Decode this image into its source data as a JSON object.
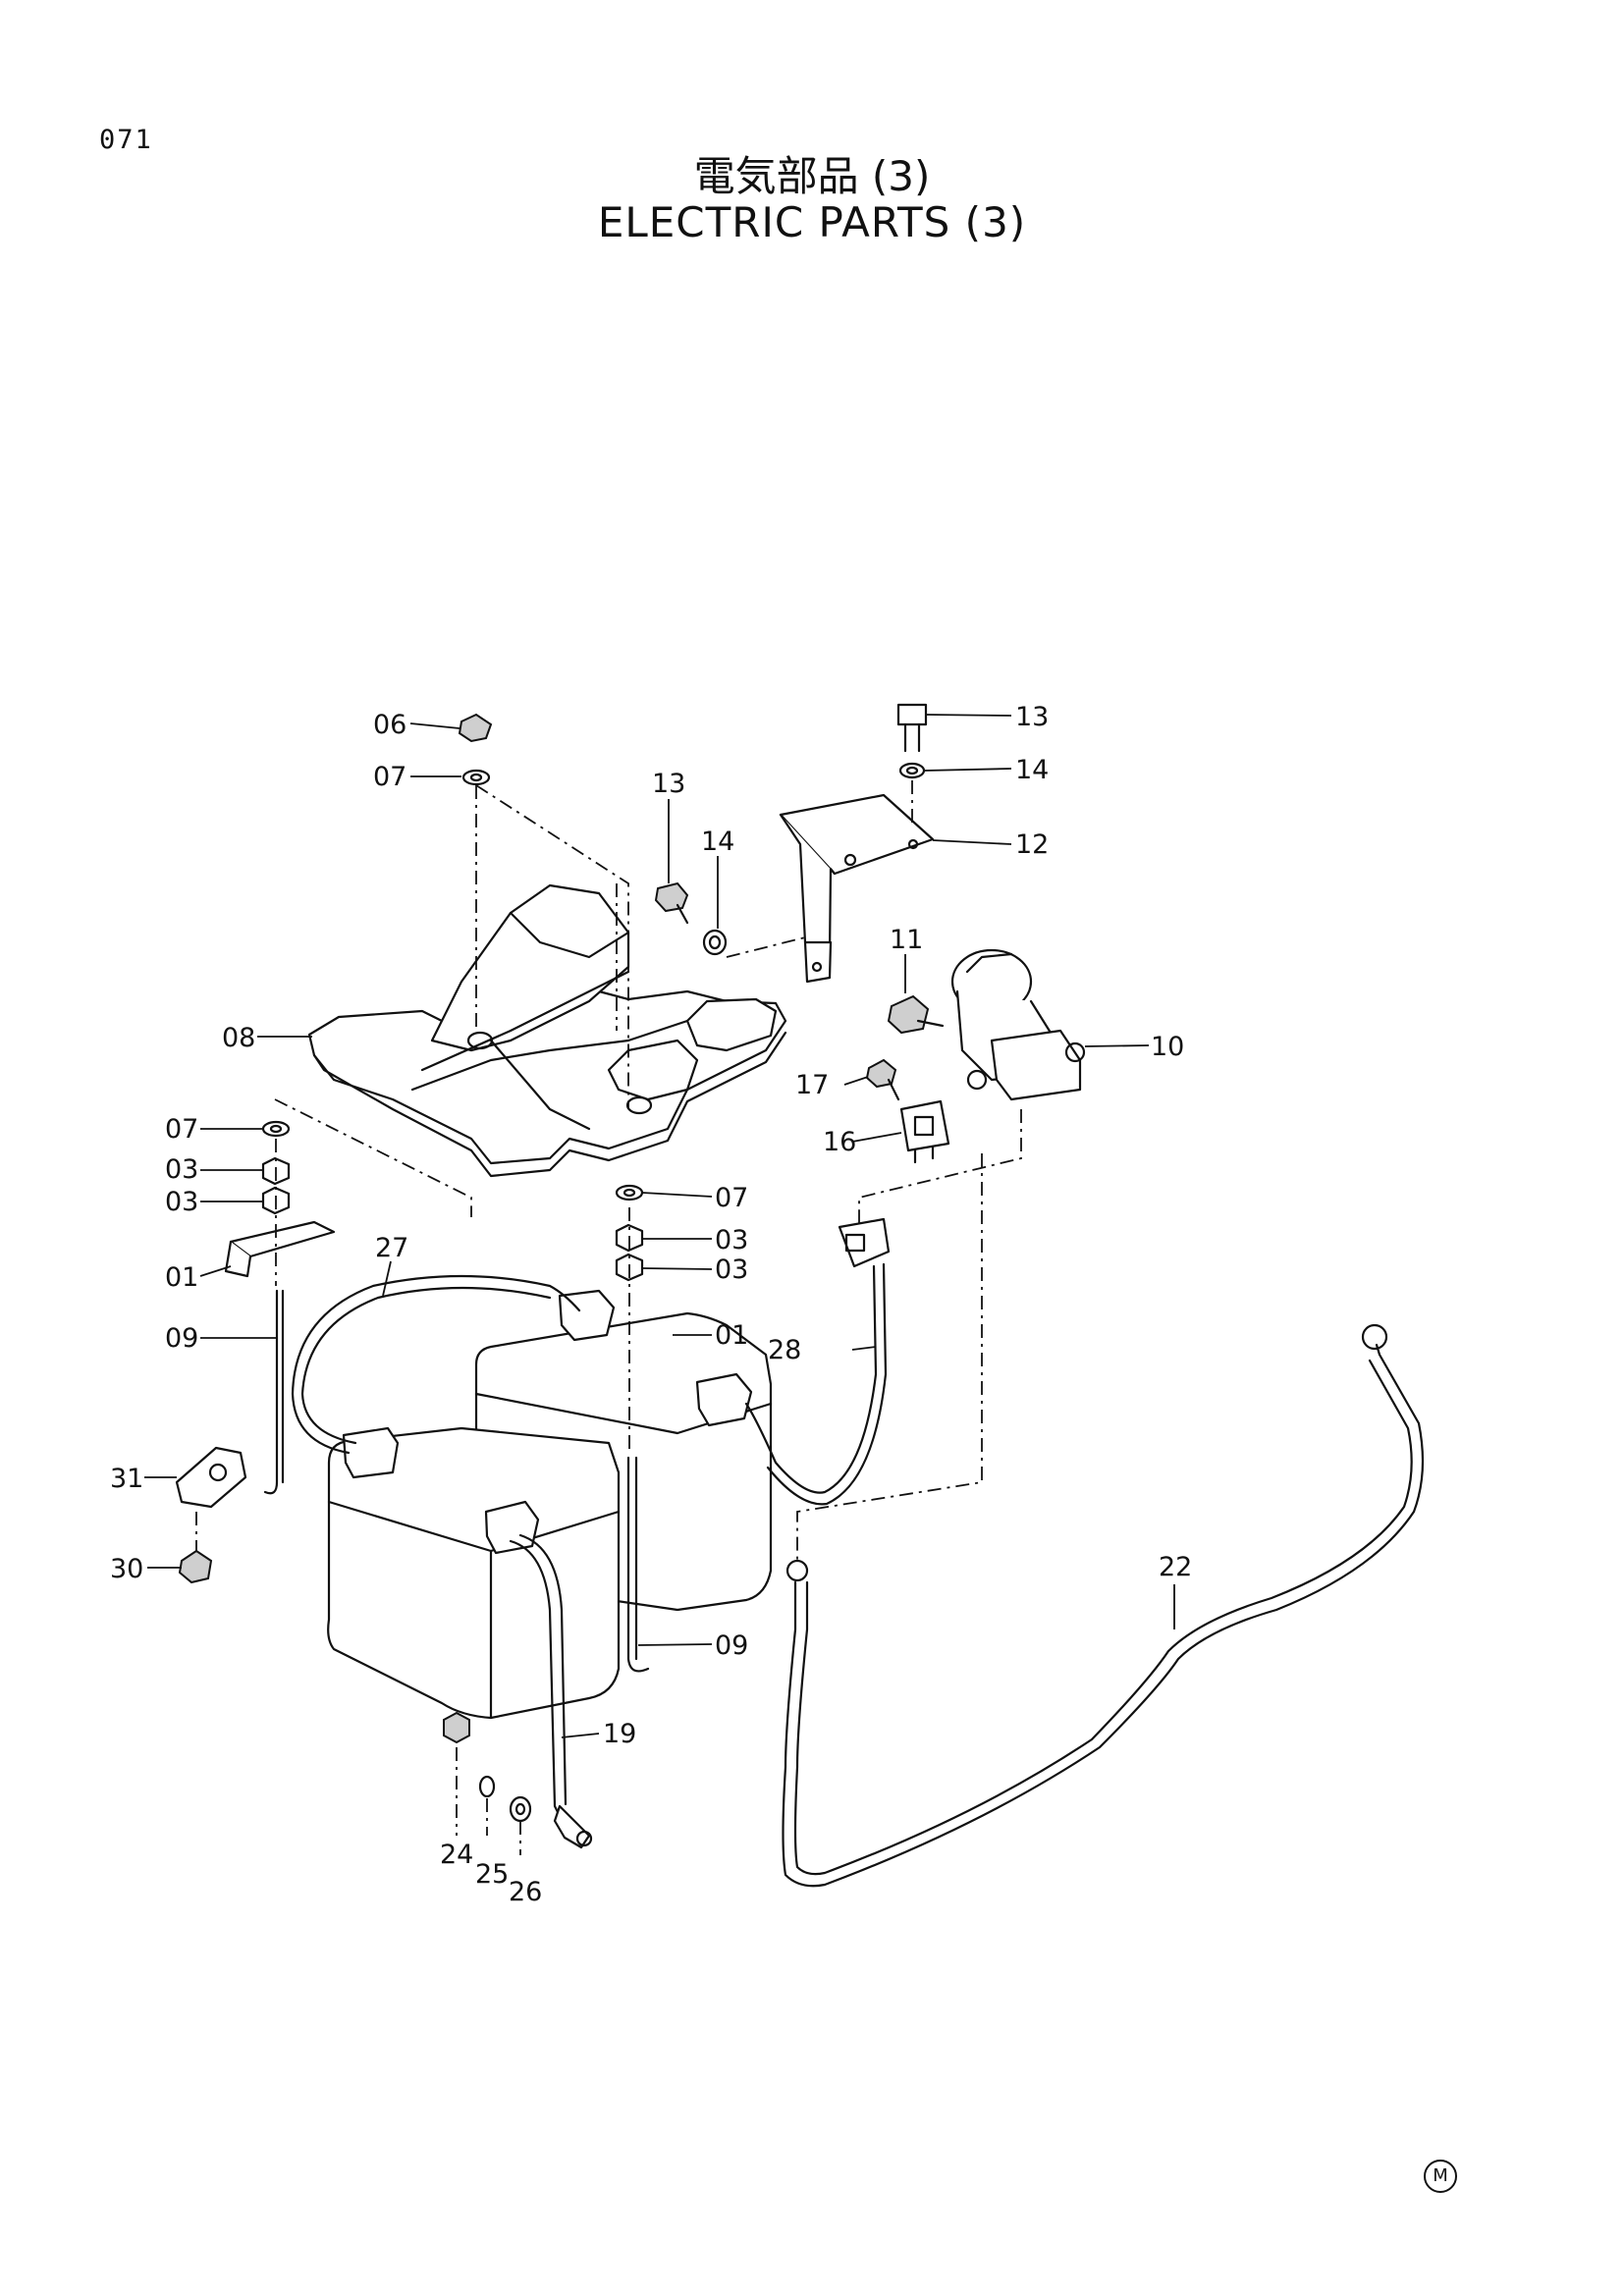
{
  "page": {
    "number": "071",
    "title_jp": "電気部品 (3)",
    "title_en": "ELECTRIC  PARTS  (3)",
    "mark": "M"
  },
  "callouts": {
    "c06": "06",
    "c07a": "07",
    "c13a": "13",
    "c14a": "14",
    "c12": "12",
    "c13b": "13",
    "c14b": "14",
    "c11": "11",
    "c08": "08",
    "c10": "10",
    "c17": "17",
    "c16": "16",
    "c07b": "07",
    "c03a": "03",
    "c03b": "03",
    "c07c": "07",
    "c03c": "03",
    "c03d": "03",
    "c27": "27",
    "c01a": "01",
    "c01b": "01",
    "c09a": "09",
    "c28": "28",
    "c31": "31",
    "c30": "30",
    "c22": "22",
    "c09b": "09",
    "c19": "19",
    "c24": "24",
    "c25": "25",
    "c26": "26"
  }
}
